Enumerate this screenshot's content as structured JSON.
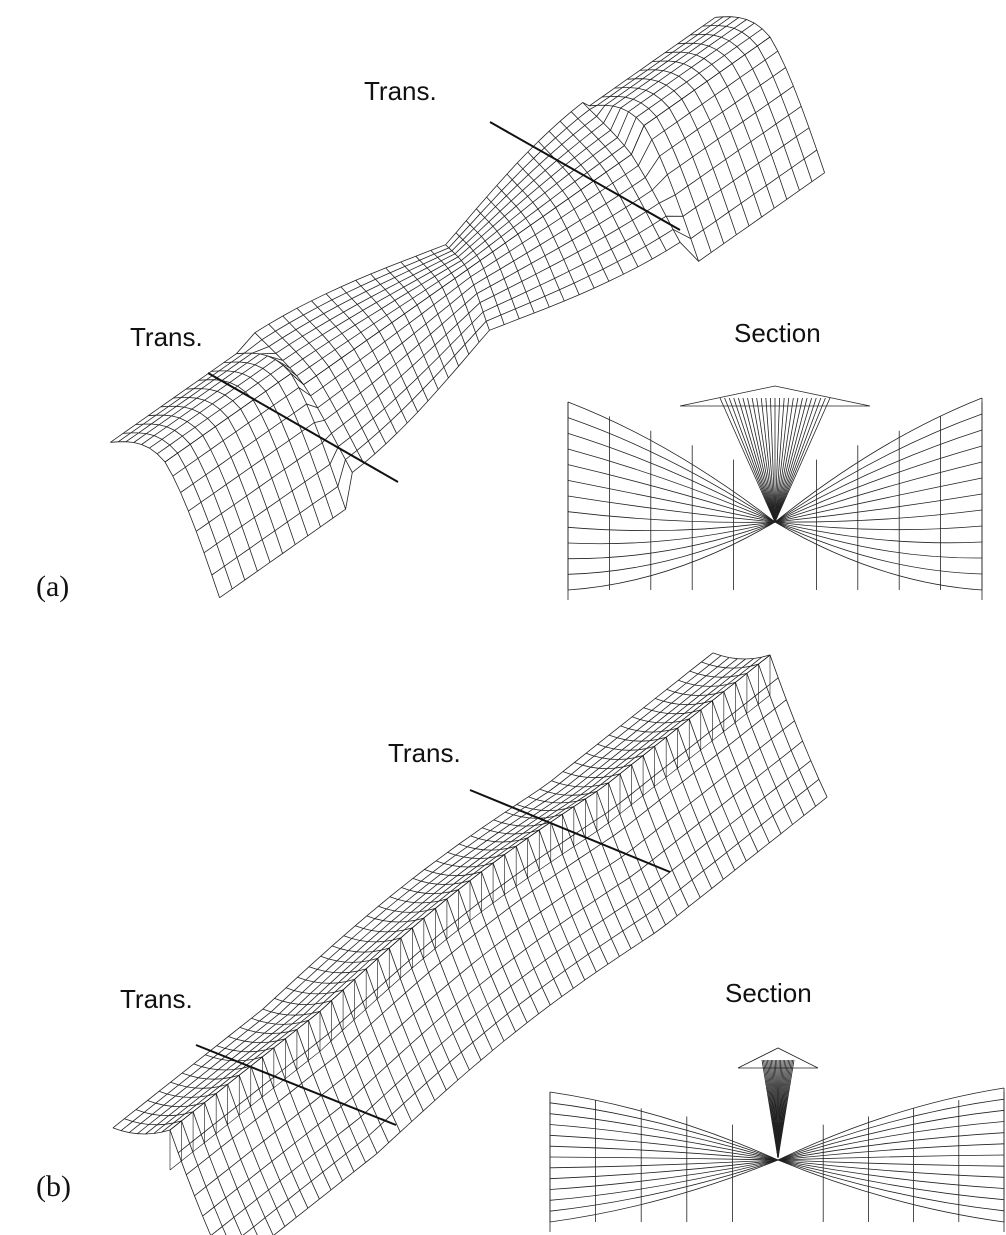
{
  "panels": [
    {
      "id": "a",
      "label": "(a)",
      "trans_labels": [
        "Trans.",
        "Trans."
      ],
      "section_label": "Section",
      "shape": "twisted"
    },
    {
      "id": "b",
      "label": "(b)",
      "trans_labels": [
        "Trans.",
        "Trans."
      ],
      "section_label": "Section",
      "shape": "straight"
    }
  ],
  "colors": {
    "line": "#222222",
    "background": "#ffffff"
  }
}
